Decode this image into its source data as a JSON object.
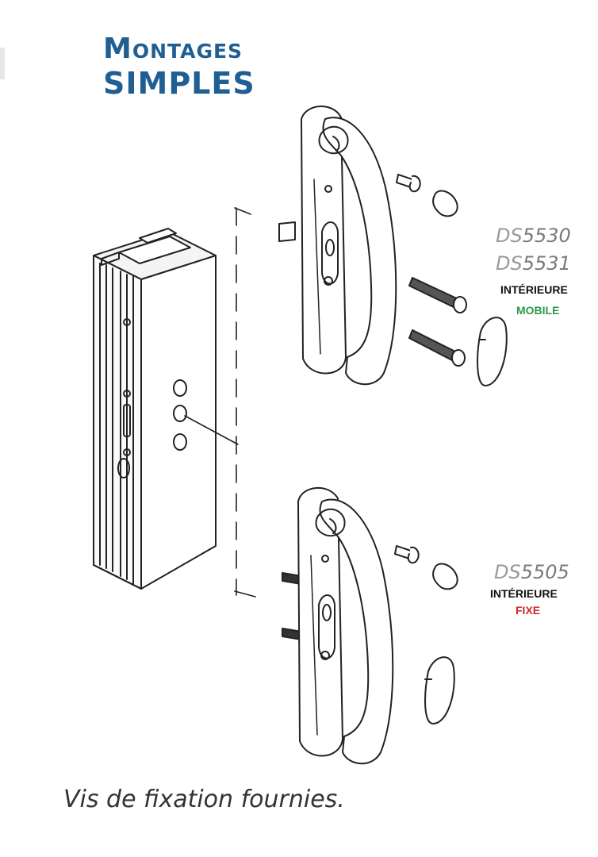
{
  "title": {
    "line1": "Montages",
    "line2": "SIMPLES"
  },
  "products": [
    {
      "prefix": "DS",
      "number": "5530"
    },
    {
      "prefix": "DS",
      "number": "5531"
    },
    {
      "prefix": "DS",
      "number": "5505"
    }
  ],
  "labels": {
    "top_side": "INTÉRIEURE",
    "top_type": "MOBILE",
    "bottom_side": "INTÉRIEURE",
    "bottom_type": "FIXE"
  },
  "caption": "Vis de fixation fournies.",
  "colors": {
    "title": "#1f5f94",
    "mobile": "#2e9a47",
    "fixe": "#d0282b",
    "side_label": "#111111",
    "line": "#222222"
  }
}
